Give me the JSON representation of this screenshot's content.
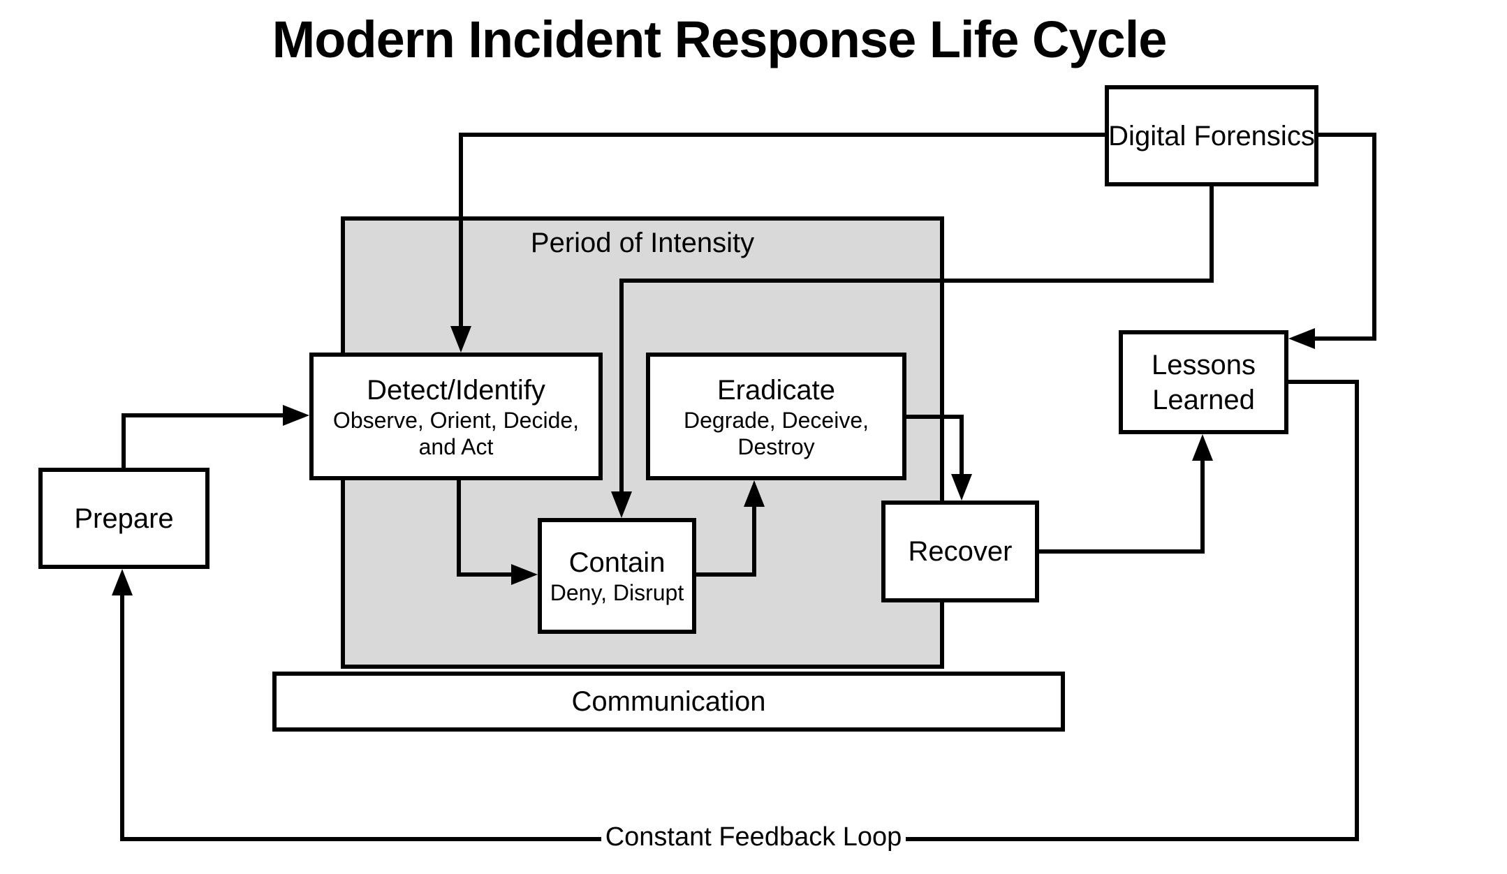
{
  "title": "Modern Incident Response Life Cycle",
  "colors": {
    "background": "#ffffff",
    "node_fill": "#ffffff",
    "stroke": "#000000",
    "intensity_fill": "#d9d9d9"
  },
  "regions": {
    "period_of_intensity": {
      "label": "Period of Intensity"
    },
    "communication": {
      "label": "Communication"
    }
  },
  "nodes": {
    "digital_forensics": {
      "label": "Digital Forensics"
    },
    "detect_identify": {
      "title": "Detect/Identify",
      "subtitle": "Observe, Orient, Decide, and Act"
    },
    "eradicate": {
      "title": "Eradicate",
      "subtitle": "Degrade, Deceive, Destroy"
    },
    "contain": {
      "title": "Contain",
      "subtitle": "Deny, Disrupt"
    },
    "prepare": {
      "label": "Prepare"
    },
    "recover": {
      "label": "Recover"
    },
    "lessons_learned": {
      "label": "Lessons Learned"
    }
  },
  "annotations": {
    "feedback_loop": "Constant Feedback Loop"
  }
}
